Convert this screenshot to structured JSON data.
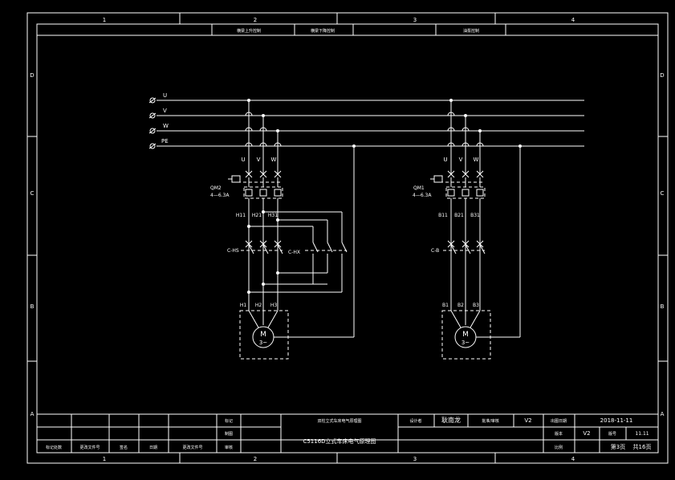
{
  "frame": {
    "col_numbers": [
      "1",
      "2",
      "3",
      "4"
    ],
    "row_letters": [
      "D",
      "C",
      "B",
      "A"
    ]
  },
  "header_cells": [
    "横梁上升控制",
    "横梁下降控制",
    "油泵控制"
  ],
  "bus_labels": [
    "U",
    "V",
    "W",
    "PE"
  ],
  "circuit_right": {
    "uvw": [
      "U",
      "V",
      "W"
    ],
    "breaker_name": "QM2",
    "breaker_rating": "4—6.3A",
    "wire_labels": [
      "H11",
      "H21",
      "H31"
    ],
    "contactor_up": "C-HS",
    "contactor_down": "C-HX",
    "motor_terminals": [
      "H1",
      "H2",
      "H3"
    ],
    "motor_symbol": "M",
    "motor_phase": "3~"
  },
  "circuit_left": {
    "uvw": [
      "U",
      "V",
      "W"
    ],
    "breaker_name": "QM1",
    "breaker_rating": "4—6.3A",
    "wire_labels": [
      "B11",
      "B21",
      "B31"
    ],
    "contactor": "C-B",
    "motor_terminals": [
      "B1",
      "B2",
      "B3"
    ],
    "motor_symbol": "M",
    "motor_phase": "3~"
  },
  "title_block": {
    "r1_label": "标记",
    "r1_drawing": "双柱立式车床电气原理图",
    "designer_label": "设计者",
    "designer": "耿南龙",
    "date_label": "批准/审核",
    "version": "V2",
    "date_label2": "出图日期",
    "date": "2018-11-11",
    "r2_label": "制图",
    "title": "C5116D立式车床电气原理图",
    "version_label": "版本",
    "version2": "V2",
    "sheet_label": "版号",
    "sheet_no": "11.11",
    "r3_labels": [
      "标记处数",
      "更改文件号",
      "签名",
      "日期",
      "更改文件号",
      "审核"
    ],
    "page_label": "比例",
    "page": "第3页",
    "total": "共16页"
  }
}
